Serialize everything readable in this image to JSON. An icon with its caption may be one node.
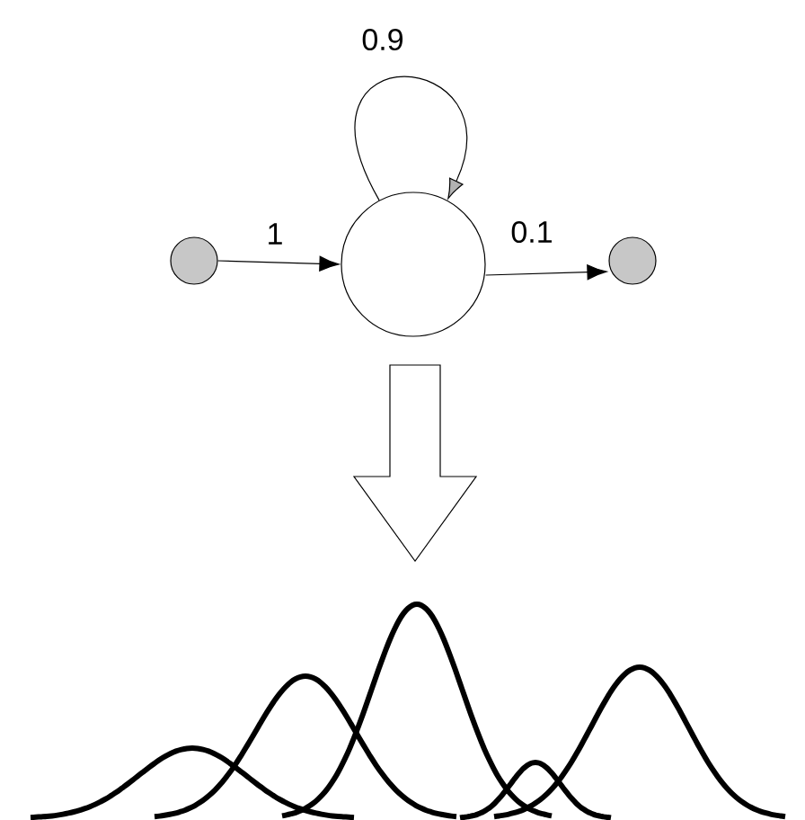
{
  "diagram": {
    "nodes": [
      {
        "text": [],
        "shape": "circle"
      },
      {
        "text": [],
        "shape": "circle"
      },
      {
        "text": [],
        "shape": "circle"
      }
    ],
    "edges": [
      {
        "from": 0,
        "to": 1,
        "arrow": "to",
        "label": "1"
      },
      {
        "from": 1,
        "to": 1,
        "arrow": "to",
        "label": "0.9"
      },
      {
        "from": 1,
        "to": 2,
        "arrow": "to",
        "label": "0.1"
      }
    ]
  }
}
